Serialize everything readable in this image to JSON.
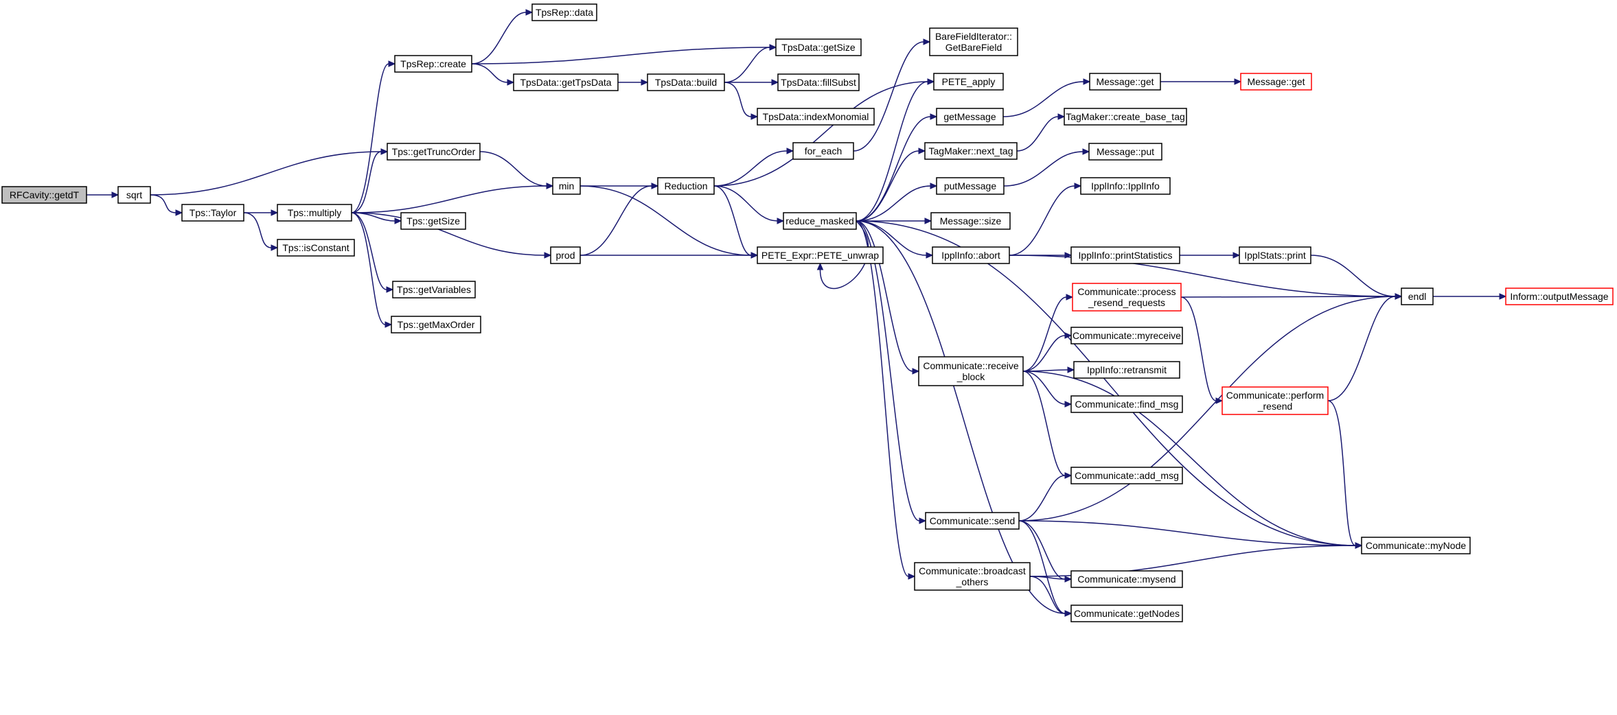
{
  "nodes": [
    {
      "id": "n0",
      "label": [
        "RFCavity::getdT"
      ],
      "style": "root"
    },
    {
      "id": "n1",
      "label": [
        "sqrt"
      ]
    },
    {
      "id": "n2",
      "label": [
        "Tps::Taylor"
      ]
    },
    {
      "id": "n3",
      "label": [
        "Tps::multiply"
      ]
    },
    {
      "id": "n4",
      "label": [
        "Tps::isConstant"
      ]
    },
    {
      "id": "n5",
      "label": [
        "Tps::getTruncOrder"
      ]
    },
    {
      "id": "n6",
      "label": [
        "Tps::getSize"
      ]
    },
    {
      "id": "n7",
      "label": [
        "Tps::getVariables"
      ]
    },
    {
      "id": "n8",
      "label": [
        "Tps::getMaxOrder"
      ]
    },
    {
      "id": "n9",
      "label": [
        "TpsRep::create"
      ]
    },
    {
      "id": "n10",
      "label": [
        "TpsRep::data"
      ]
    },
    {
      "id": "n11",
      "label": [
        "TpsData::getTpsData"
      ]
    },
    {
      "id": "n12",
      "label": [
        "TpsData::build"
      ]
    },
    {
      "id": "n13",
      "label": [
        "TpsData::getSize"
      ]
    },
    {
      "id": "n14",
      "label": [
        "TpsData::fillSubst"
      ]
    },
    {
      "id": "n15",
      "label": [
        "TpsData::indexMonomial"
      ]
    },
    {
      "id": "n16",
      "label": [
        "min"
      ]
    },
    {
      "id": "n17",
      "label": [
        "prod"
      ]
    },
    {
      "id": "n18",
      "label": [
        "Reduction"
      ]
    },
    {
      "id": "n19",
      "label": [
        "PETE_Expr::PETE_unwrap"
      ]
    },
    {
      "id": "n20",
      "label": [
        "for_each"
      ]
    },
    {
      "id": "n21",
      "label": [
        "reduce_masked"
      ]
    },
    {
      "id": "n22",
      "label": [
        "BareFieldIterator::",
        "GetBareField"
      ]
    },
    {
      "id": "n23",
      "label": [
        "PETE_apply"
      ]
    },
    {
      "id": "n24",
      "label": [
        "getMessage"
      ]
    },
    {
      "id": "n25",
      "label": [
        "TagMaker::next_tag"
      ]
    },
    {
      "id": "n26",
      "label": [
        "putMessage"
      ]
    },
    {
      "id": "n27",
      "label": [
        "Message::size"
      ]
    },
    {
      "id": "n28",
      "label": [
        "IpplInfo::abort"
      ]
    },
    {
      "id": "n29",
      "label": [
        "Communicate::receive",
        "_block"
      ]
    },
    {
      "id": "n30",
      "label": [
        "Communicate::send"
      ]
    },
    {
      "id": "n31",
      "label": [
        "Communicate::broadcast",
        "_others"
      ]
    },
    {
      "id": "n32",
      "label": [
        "Message::get"
      ]
    },
    {
      "id": "n33",
      "label": [
        "Message::get"
      ],
      "style": "trunc"
    },
    {
      "id": "n34",
      "label": [
        "TagMaker::create_base_tag"
      ]
    },
    {
      "id": "n35",
      "label": [
        "Message::put"
      ]
    },
    {
      "id": "n36",
      "label": [
        "IpplInfo::IpplInfo"
      ]
    },
    {
      "id": "n37",
      "label": [
        "IpplInfo::printStatistics"
      ]
    },
    {
      "id": "n38",
      "label": [
        "IpplStats::print"
      ]
    },
    {
      "id": "n39",
      "label": [
        "endl"
      ]
    },
    {
      "id": "n40",
      "label": [
        "Inform::outputMessage"
      ],
      "style": "trunc"
    },
    {
      "id": "n41",
      "label": [
        "Communicate::process",
        "_resend_requests"
      ],
      "style": "trunc"
    },
    {
      "id": "n42",
      "label": [
        "Communicate::myreceive"
      ]
    },
    {
      "id": "n43",
      "label": [
        "IpplInfo::retransmit"
      ]
    },
    {
      "id": "n44",
      "label": [
        "Communicate::find_msg"
      ]
    },
    {
      "id": "n45",
      "label": [
        "Communicate::perform",
        "_resend"
      ],
      "style": "trunc"
    },
    {
      "id": "n46",
      "label": [
        "Communicate::add_msg"
      ]
    },
    {
      "id": "n47",
      "label": [
        "Communicate::myNode"
      ]
    },
    {
      "id": "n48",
      "label": [
        "Communicate::mysend"
      ]
    },
    {
      "id": "n49",
      "label": [
        "Communicate::getNodes"
      ]
    }
  ],
  "edges": [
    [
      "n0",
      "n1"
    ],
    [
      "n1",
      "n2"
    ],
    [
      "n1",
      "n5"
    ],
    [
      "n2",
      "n3"
    ],
    [
      "n2",
      "n4"
    ],
    [
      "n3",
      "n9"
    ],
    [
      "n3",
      "n5"
    ],
    [
      "n3",
      "n16"
    ],
    [
      "n3",
      "n6"
    ],
    [
      "n3",
      "n17"
    ],
    [
      "n3",
      "n7"
    ],
    [
      "n3",
      "n8"
    ],
    [
      "n9",
      "n10"
    ],
    [
      "n9",
      "n13"
    ],
    [
      "n9",
      "n11"
    ],
    [
      "n11",
      "n12"
    ],
    [
      "n12",
      "n13"
    ],
    [
      "n12",
      "n14"
    ],
    [
      "n12",
      "n15"
    ],
    [
      "n5",
      "n16"
    ],
    [
      "n16",
      "n18"
    ],
    [
      "n16",
      "n19"
    ],
    [
      "n17",
      "n18"
    ],
    [
      "n17",
      "n19"
    ],
    [
      "n18",
      "n20"
    ],
    [
      "n18",
      "n23"
    ],
    [
      "n18",
      "n21"
    ],
    [
      "n18",
      "n19"
    ],
    [
      "n20",
      "n22"
    ],
    [
      "n21",
      "n23"
    ],
    [
      "n21",
      "n24"
    ],
    [
      "n21",
      "n25"
    ],
    [
      "n21",
      "n26"
    ],
    [
      "n21",
      "n27"
    ],
    [
      "n21",
      "n28"
    ],
    [
      "n21",
      "n19"
    ],
    [
      "n21",
      "n29"
    ],
    [
      "n21",
      "n30"
    ],
    [
      "n21",
      "n31"
    ],
    [
      "n21",
      "n49"
    ],
    [
      "n21",
      "n47"
    ],
    [
      "n24",
      "n32"
    ],
    [
      "n32",
      "n33"
    ],
    [
      "n25",
      "n34"
    ],
    [
      "n26",
      "n35"
    ],
    [
      "n28",
      "n36"
    ],
    [
      "n28",
      "n37"
    ],
    [
      "n28",
      "n39"
    ],
    [
      "n37",
      "n38"
    ],
    [
      "n38",
      "n39"
    ],
    [
      "n39",
      "n40"
    ],
    [
      "n29",
      "n41"
    ],
    [
      "n29",
      "n42"
    ],
    [
      "n29",
      "n43"
    ],
    [
      "n29",
      "n44"
    ],
    [
      "n29",
      "n46"
    ],
    [
      "n29",
      "n47"
    ],
    [
      "n41",
      "n39"
    ],
    [
      "n41",
      "n45"
    ],
    [
      "n45",
      "n39"
    ],
    [
      "n45",
      "n47"
    ],
    [
      "n30",
      "n46"
    ],
    [
      "n30",
      "n39"
    ],
    [
      "n30",
      "n47"
    ],
    [
      "n30",
      "n48"
    ],
    [
      "n30",
      "n49"
    ],
    [
      "n31",
      "n48"
    ],
    [
      "n31",
      "n49"
    ],
    [
      "n31",
      "n47"
    ]
  ],
  "colors": {
    "edge": "#191970",
    "trunc_border": "#ff0000",
    "root_fill": "#bfbfbf"
  }
}
